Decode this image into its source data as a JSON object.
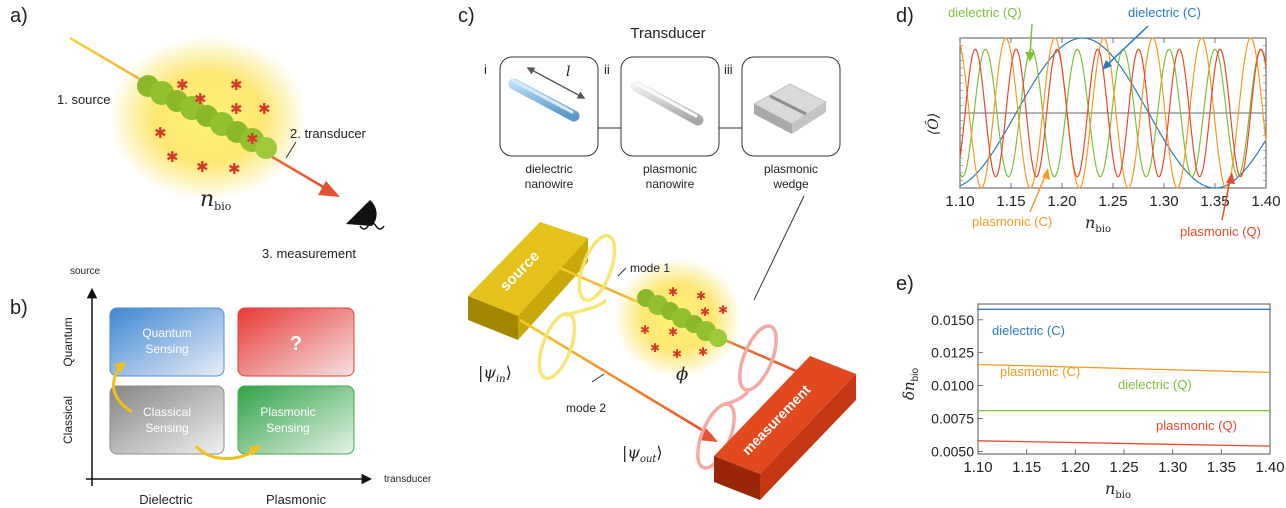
{
  "panel_labels": {
    "a": "a)",
    "b": "b)",
    "c": "c)",
    "d": "d)",
    "e": "e)"
  },
  "panel_a": {
    "source": "1. source",
    "transducer": "2. transducer",
    "measurement": "3. measurement",
    "n_main": "n",
    "n_sub": "bio"
  },
  "panel_b": {
    "y_axis": "source",
    "x_axis": "transducer",
    "row_quantum": "Quantum",
    "row_classical": "Classical",
    "col_dielectric": "Dielectric",
    "col_plasmonic": "Plasmonic",
    "box_quantum_line1": "Quantum",
    "box_quantum_line2": "Sensing",
    "box_unknown": "?",
    "box_classical_line1": "Classical",
    "box_classical_line2": "Sensing",
    "box_plasmonic_line1": "Plasmonic",
    "box_plasmonic_line2": "Sensing",
    "colors": {
      "quantum": "#4d8fd6",
      "unknown": "#e2413a",
      "classical": "#8e8e8e",
      "plasmonic": "#3daa4e",
      "arrow": "#f2c018"
    }
  },
  "panel_c": {
    "title": "Transducer",
    "items": [
      {
        "num": "i",
        "line1": "dielectric",
        "line2": "nanowire"
      },
      {
        "num": "ii",
        "line1": "plasmonic",
        "line2": "nanowire"
      },
      {
        "num": "iii",
        "line1": "plasmonic",
        "line2": "wedge"
      }
    ],
    "length_symbol": "l",
    "source": "source",
    "measurement": "measurement",
    "mode1": "mode 1",
    "mode2": "mode 2",
    "phase": "ϕ",
    "psi_in": "|ψ",
    "psi_in_sub": "in",
    "psi_out": "|ψ",
    "psi_out_sub": "out",
    "ket_close": "⟩"
  },
  "panel_d": {
    "y_label": "⟨Ô⟩",
    "x_label_main": "n",
    "x_label_sub": "bio",
    "x_ticks": [
      "1.10",
      "1.15",
      "1.20",
      "1.25",
      "1.30",
      "1.35",
      "1.40"
    ],
    "annotations": {
      "dielectric_q": "dielectric (Q)",
      "dielectric_c": "dielectric (C)",
      "plasmonic_c": "plasmonic (C)",
      "plasmonic_q": "plasmonic (Q)"
    }
  },
  "panel_e": {
    "y_label_main": "δn",
    "y_label_sub": "bio",
    "x_label_main": "n",
    "x_label_sub": "bio",
    "x_ticks": [
      "1.10",
      "1.15",
      "1.20",
      "1.25",
      "1.30",
      "1.35",
      "1.40"
    ],
    "y_ticks": [
      "0.0150",
      "0.0125",
      "0.0100",
      "0.0075",
      "0.0050"
    ],
    "labels": {
      "dielectric_c": "dielectric (C)",
      "plasmonic_c": "plasmonic (C)",
      "dielectric_q": "dielectric (Q)",
      "plasmonic_q": "plasmonic (Q)"
    }
  },
  "colors": {
    "dielectric_c": "#2b7bbd",
    "dielectric_q": "#7fbf3a",
    "plasmonic_c": "#f59a23",
    "plasmonic_q": "#e84a2e"
  },
  "chart_data": [
    {
      "type": "line",
      "panel": "d",
      "xlabel": "n_bio",
      "ylabel": "⟨Ô⟩",
      "xlim": [
        1.1,
        1.4
      ],
      "ylim": [
        -1.0,
        1.0
      ],
      "x_ticks": [
        1.1,
        1.15,
        1.2,
        1.25,
        1.3,
        1.35,
        1.4
      ],
      "grid": false,
      "series": [
        {
          "name": "dielectric (C)",
          "kind": "cos",
          "period": 0.26,
          "phase_x": 1.22,
          "amp": 1.0
        },
        {
          "name": "dielectric (Q)",
          "kind": "cos",
          "period": 0.045,
          "phase_x": 1.17,
          "amp": 0.85
        },
        {
          "name": "plasmonic (C)",
          "kind": "cos",
          "period": 0.048,
          "phase_x": 1.145,
          "amp": 1.0
        },
        {
          "name": "plasmonic (Q)",
          "kind": "cos",
          "period": 0.04,
          "phase_x": 1.155,
          "amp": 0.85
        }
      ]
    },
    {
      "type": "line",
      "panel": "e",
      "xlabel": "n_bio",
      "ylabel": "δn_bio",
      "xlim": [
        1.1,
        1.4
      ],
      "ylim": [
        0.0048,
        0.0162
      ],
      "x_ticks": [
        1.1,
        1.15,
        1.2,
        1.25,
        1.3,
        1.35,
        1.4
      ],
      "y_ticks": [
        0.015,
        0.0125,
        0.01,
        0.0075,
        0.005
      ],
      "grid": false,
      "series": [
        {
          "name": "dielectric (C)",
          "x": [
            1.1,
            1.4
          ],
          "y": [
            0.0158,
            0.0158
          ]
        },
        {
          "name": "plasmonic (C)",
          "x": [
            1.1,
            1.4
          ],
          "y": [
            0.0116,
            0.011
          ]
        },
        {
          "name": "dielectric (Q)",
          "x": [
            1.1,
            1.4
          ],
          "y": [
            0.0081,
            0.0081
          ]
        },
        {
          "name": "plasmonic (Q)",
          "x": [
            1.1,
            1.4
          ],
          "y": [
            0.0058,
            0.0054
          ]
        }
      ]
    }
  ]
}
